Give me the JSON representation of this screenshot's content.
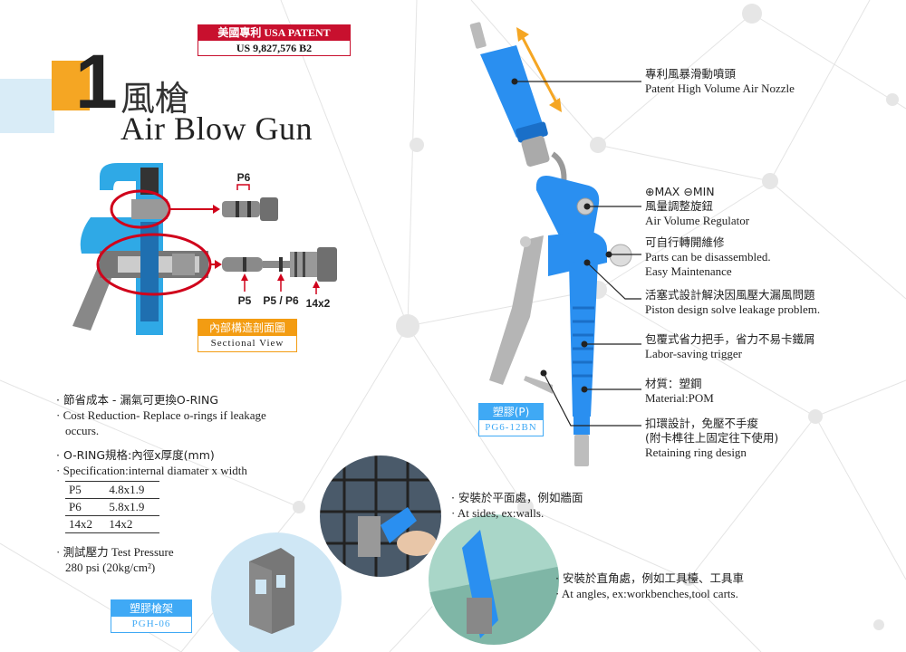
{
  "patent": {
    "label": "美國專利 USA PATENT",
    "number": "US 9,827,576 B2"
  },
  "heading": {
    "number": "1",
    "title_zh": "風槍",
    "title_en": "Air Blow Gun"
  },
  "sectional": {
    "parts": {
      "p6_top": "P6",
      "p5": "P5",
      "p5p6": "P5 / P6",
      "size": "14x2"
    },
    "label_zh": "內部構造剖面圖",
    "label_en": "Sectional View"
  },
  "callouts": [
    {
      "zh": "專利風暴滑動噴頭",
      "en": "Patent High Volume Air Nozzle"
    },
    {
      "zh": "⊕MAX ⊖MIN",
      "zh2": "風量調整旋鈕",
      "en": "Air Volume Regulator"
    },
    {
      "zh": "可自行轉開維修",
      "en": "Parts can be disassembled.",
      "en2": "Easy Maintenance"
    },
    {
      "zh": "活塞式設計解決因風壓大漏風問題",
      "en": "Piston design solve leakage problem."
    },
    {
      "zh": "包覆式省力把手，省力不易卡鐵屑",
      "en": "Labor-saving trigger"
    },
    {
      "zh": "材質：塑鋼",
      "en": "Material:POM"
    },
    {
      "zh": "扣環設計，免壓不手痠",
      "zh2": "(附卡榫往上固定往下使用)",
      "en": "Retaining ring design"
    }
  ],
  "product_label": {
    "zh": "塑膠(P)",
    "en": "PG6-12BN"
  },
  "features": {
    "cost_zh": "節省成本 - 漏氣可更換O-RING",
    "cost_en": "Cost Reduction- Replace o-rings if leakage",
    "cost_en2": "occurs.",
    "spec_zh": "O-RING規格:內徑x厚度(mm)",
    "spec_en": "Specification:internal diamater x width",
    "spec_rows": [
      {
        "name": "P5",
        "value": "4.8x1.9"
      },
      {
        "name": "P6",
        "value": "5.8x1.9"
      },
      {
        "name": "14x2",
        "value": "14x2"
      }
    ],
    "pressure_zh": "測試壓力",
    "pressure_en": "Test Pressure",
    "pressure_value": "280 psi (20kg/cm²)"
  },
  "holder_label": {
    "zh": "塑膠槍架",
    "en": "PGH-06"
  },
  "mount_flat": {
    "zh": "安裝於平面處，例如牆面",
    "en": "At sides, ex:walls."
  },
  "mount_angle": {
    "zh": "安裝於直角處，例如工具檯、工具車",
    "en": "At angles, ex:workbenches,tool carts."
  },
  "colors": {
    "accent_orange": "#f5a623",
    "patent_red": "#c8102e",
    "gun_blue": "#2a8ff0",
    "label_blue": "#3fa9f5"
  }
}
